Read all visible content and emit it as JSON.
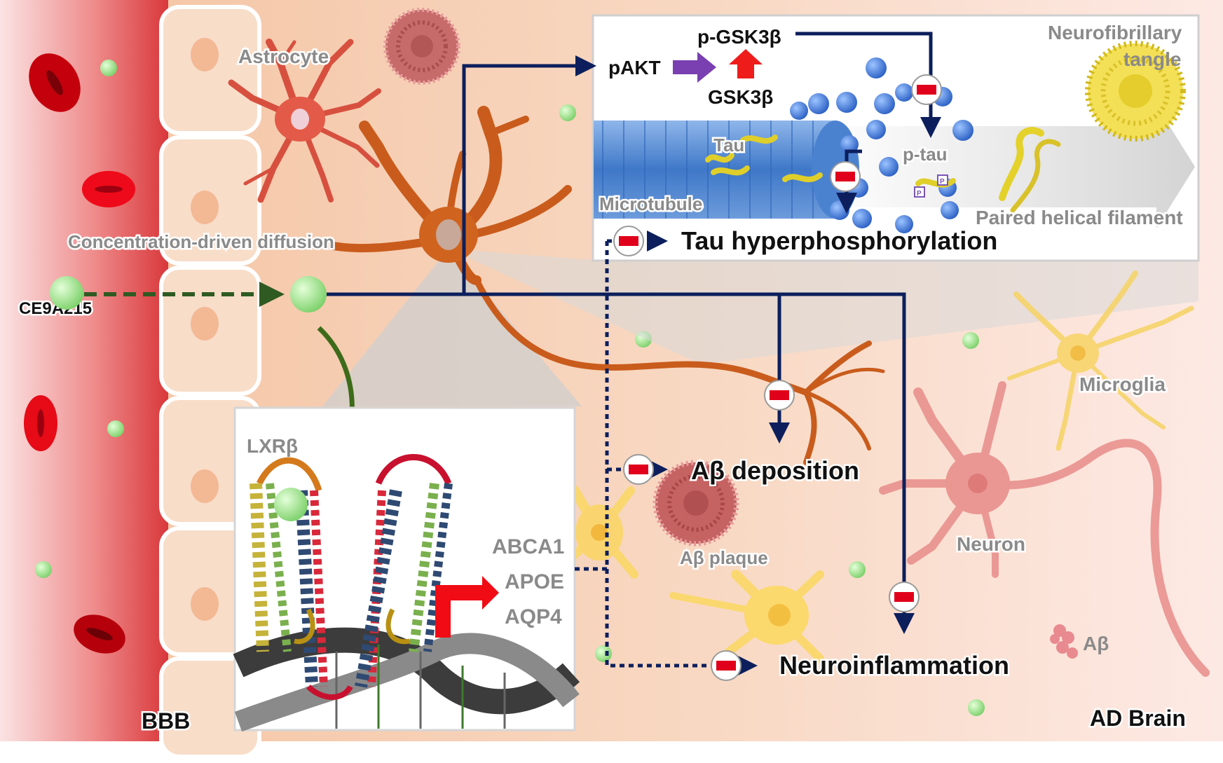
{
  "compound": "CE9A215",
  "transport_label": "Concentration-driven diffusion",
  "regions": {
    "barrier": "BBB",
    "brain": "AD Brain"
  },
  "cells": {
    "astrocyte": "Astrocyte",
    "microglia": "Microglia",
    "neuron": "Neuron"
  },
  "receptor_panel": {
    "receptor": "LXRβ",
    "target_genes": [
      "ABCA1",
      "APOE",
      "AQP4"
    ]
  },
  "tau_panel": {
    "p_gsk3b": "p-GSK3β",
    "pakt": "pAKT",
    "gsk3b": "GSK3β",
    "tangle_line1": "Neurofibrillary",
    "tangle_line2": "tangle",
    "tau": "Tau",
    "p_tau": "p-tau",
    "microtubule": "Microtubule",
    "phf": "Paired helical filament",
    "phospho_mark": "P"
  },
  "outcomes": {
    "tau": "Tau hyperphosphorylation",
    "abeta_deposition": "Aβ deposition",
    "neuroinflammation": "Neuroinflammation"
  },
  "plaque_labels": {
    "plaque": "Aβ plaque",
    "abeta": "Aβ"
  },
  "colors": {
    "blood": "#e23a3a",
    "brain_bg": "#f6cdb0",
    "pathway_arrow": "#0c1f5c",
    "lxr_arrow": "#3d6b1a",
    "diffusion_arrow": "#2f5a22",
    "inhibit_bar": "#e0001b",
    "compound": "#9be08a"
  }
}
